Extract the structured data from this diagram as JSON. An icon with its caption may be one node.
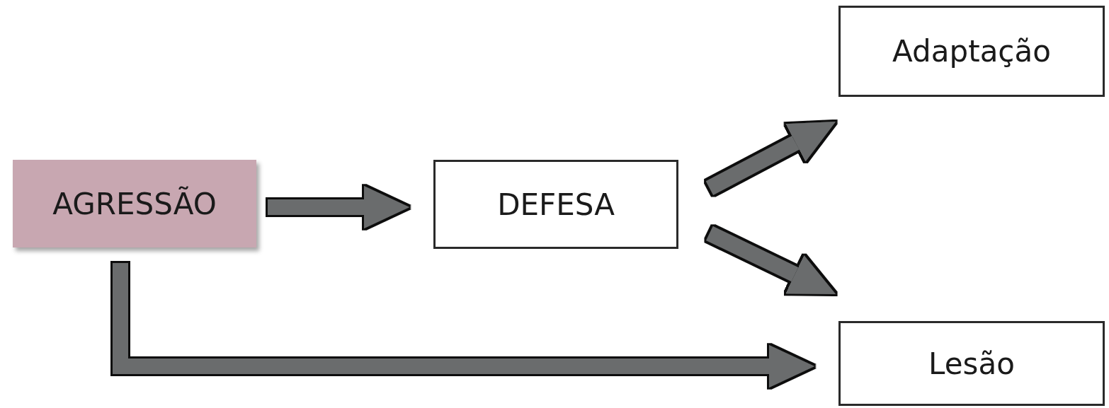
{
  "diagram": {
    "nodes": [
      {
        "text": [
          "AGRESSÃO"
        ]
      },
      {
        "text": [
          "DEFESA"
        ]
      },
      {
        "text": [
          "Adaptação"
        ]
      },
      {
        "text": [
          "Lesão"
        ]
      }
    ],
    "edges": [
      {
        "from": 0,
        "to": 1,
        "arrow": "to"
      },
      {
        "from": 1,
        "to": 2,
        "arrow": "to"
      },
      {
        "from": 1,
        "to": 3,
        "arrow": "to"
      },
      {
        "from": 0,
        "to": 3,
        "arrow": "to"
      }
    ]
  }
}
